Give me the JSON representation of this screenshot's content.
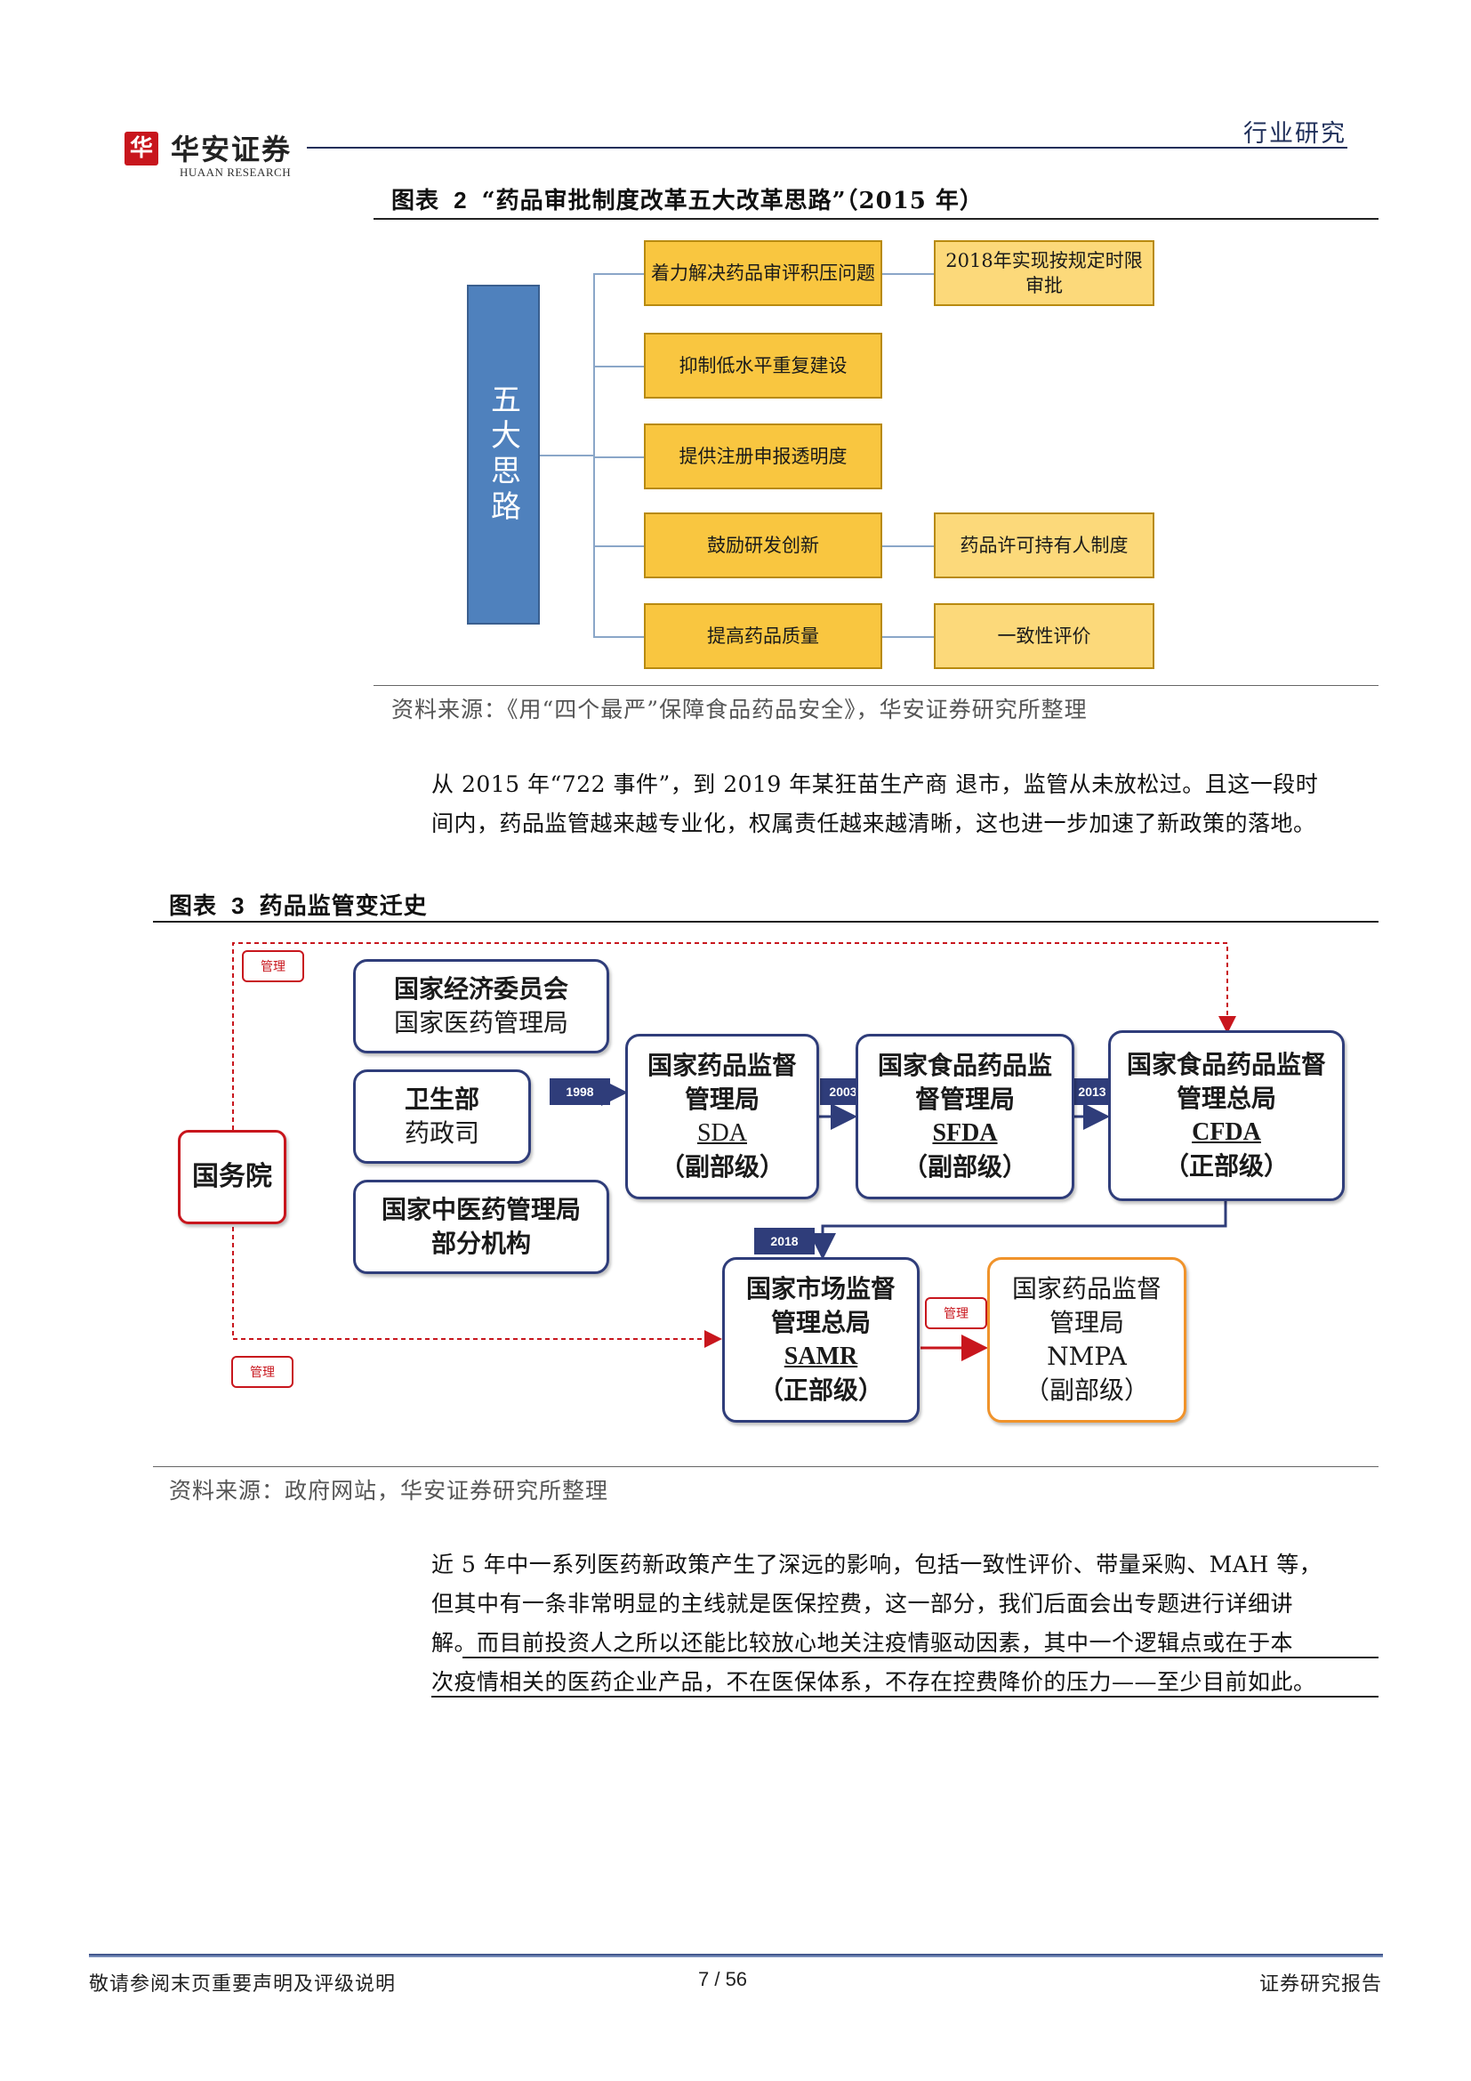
{
  "header": {
    "logo_mark": "华",
    "logo_cn": "华安证券",
    "logo_en": "HUAAN RESEARCH",
    "section": "行业研究"
  },
  "figure2": {
    "title_prefix": "图表",
    "title_num": "2",
    "title_text": "“药品审批制度改革五大改革思路”（2015 年）",
    "pillar": "五大思路",
    "items": [
      {
        "main": "着力解决药品审评积压问题",
        "sub": "2018年实现按规定时限审批"
      },
      {
        "main": "抑制低水平重复建设",
        "sub": ""
      },
      {
        "main": "提供注册申报透明度",
        "sub": ""
      },
      {
        "main": "鼓励研发创新",
        "sub": "药品许可持有人制度"
      },
      {
        "main": "提高药品质量",
        "sub": "一致性评价"
      }
    ],
    "source": "资料来源：《用“四个最严”保障食品药品安全》，华安证券研究所整理"
  },
  "paragraph1": {
    "line1": "从 2015 年“722 事件”，到 2019 年某狂苗生产商 退市，监管从未放松过。且这一段时",
    "line2": "间内，药品监管越来越专业化，权属责任越来越清晰，这也进一步加速了新政策的落地。"
  },
  "figure3": {
    "title_prefix": "图表",
    "title_num": "3",
    "title_text": "药品监管变迁史",
    "state_council": "国务院",
    "mgmt_label": "管理",
    "left_boxes": [
      {
        "bold": "国家经济委员会",
        "normal": "国家医药管理局"
      },
      {
        "bold": "卫生部",
        "normal": "药政司"
      },
      {
        "bold": "国家中医药管理局部分机构",
        "normal": ""
      }
    ],
    "years": [
      "1998",
      "2003",
      "2013",
      "2018"
    ],
    "agencies": [
      {
        "name": "国家药品监督管理局",
        "abbr": "SDA",
        "level": "（副部级）"
      },
      {
        "name": "国家食品药品监督管理局",
        "abbr": "SFDA",
        "level": "（副部级）"
      },
      {
        "name": "国家食品药品监督管理总局",
        "abbr": "CFDA",
        "level": "（正部级）"
      },
      {
        "name": "国家市场监督管理总局",
        "abbr": "SAMR",
        "level": "（正部级）"
      },
      {
        "name": "国家药品监督管理局",
        "abbr": "NMPA",
        "level": "（副部级）"
      }
    ],
    "source": "资料来源：政府网站，华安证券研究所整理"
  },
  "paragraph2": {
    "line1": "近 5 年中一系列医药新政策产生了深远的影响，包括一致性评价、带量采购、MAH 等，",
    "line2": "但其中有一条非常明显的主线就是医保控费，这一部分，我们后面会出专题进行详细讲",
    "line3": "解。而目前投资人之所以还能比较放心地关注疫情驱动因素，其中一个逻辑点或在于本",
    "line4": "次疫情相关的医药企业产品，不在医保体系，不存在控费降价的压力——至少目前如此。"
  },
  "footer": {
    "left": "敬请参阅末页重要声明及评级说明",
    "page": "7 / 56",
    "right": "证券研究报告"
  },
  "colors": {
    "brand_red": "#c8161d",
    "navy": "#2f3d7a",
    "pillar_blue": "#4f81bd",
    "box_yellow": "#f9c640",
    "box_light_yellow": "#fcd97a",
    "nmpa_orange": "#f0932b"
  }
}
